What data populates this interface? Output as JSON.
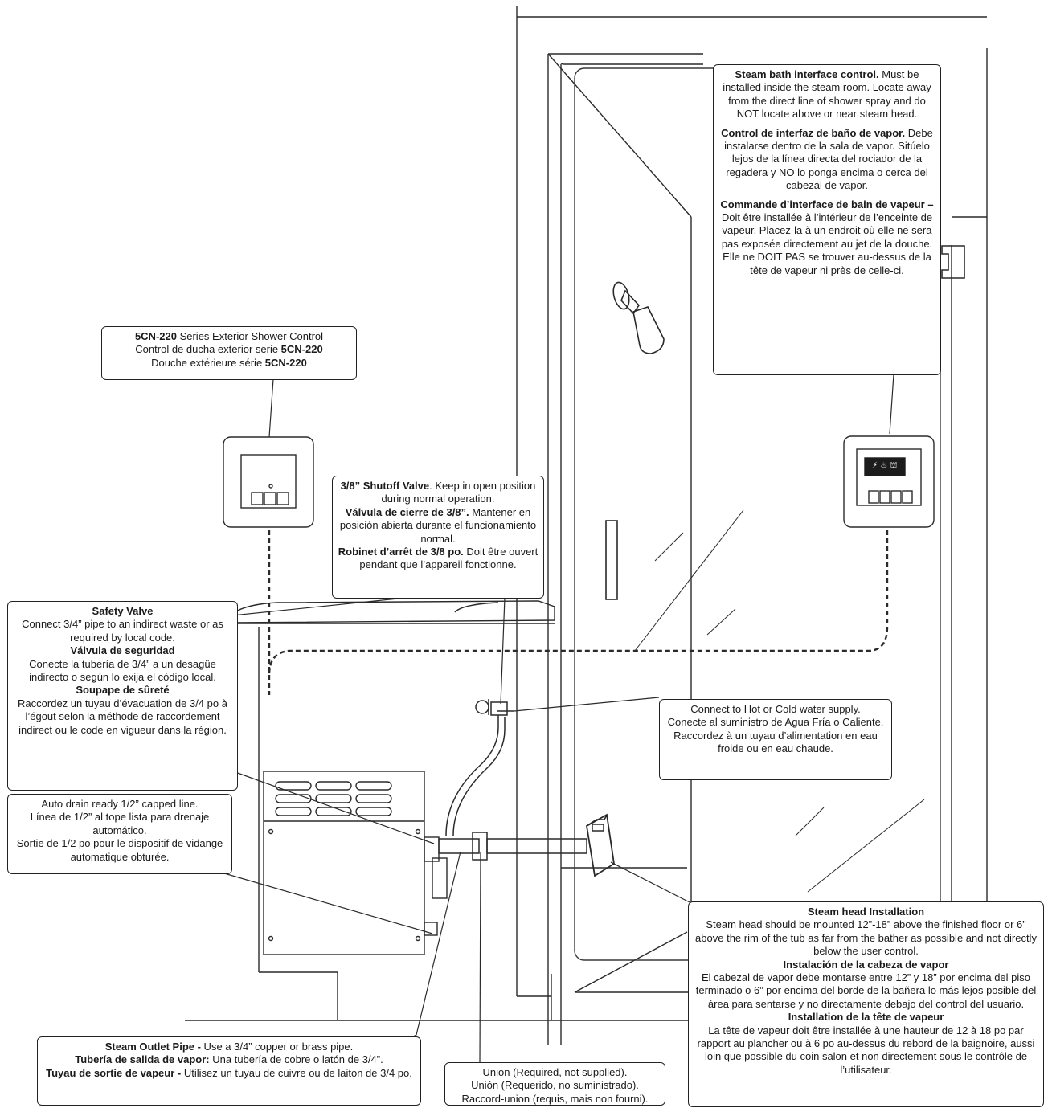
{
  "exterior_control": {
    "line1_bold": "5CN-220",
    "line1_rest": " Series Exterior Shower Control",
    "line2_pre": "Control de ducha exterior serie ",
    "line2_bold": "5CN-220",
    "line3_pre": "Douche extérieure série ",
    "line3_bold": "5CN-220"
  },
  "interface_control": {
    "en_bold": "Steam bath interface control.",
    "en_text": " Must be installed inside the steam room. Locate away from the direct line of shower spray and do NOT locate above or near steam head.",
    "es_bold": "Control de interfaz de baño de vapor.",
    "es_text": " Debe instalarse dentro de la sala de vapor. Sitúelo lejos de la línea directa del rociador de la regadera y NO lo ponga encima o cerca del cabezal de vapor.",
    "fr_bold": "Commande d’interface de bain de vapeur –",
    "fr_text": " Doit être installée à l’intérieur de l’enceinte de vapeur. Placez-la à un endroit où elle ne sera pas exposée directement au jet de la douche. Elle ne DOIT PAS se trouver au-dessus de la tête de vapeur ni près de celle-ci."
  },
  "shutoff_valve": {
    "en_bold": "3/8” Shutoff Valve",
    "en_text": ". Keep in open position during normal operation.",
    "es_bold": "Válvula de cierre de 3/8”.",
    "es_text": " Mantener en posición abierta durante el funcionamiento normal.",
    "fr_bold": "Robinet d’arrêt de 3/8 po.",
    "fr_text": " Doit être ouvert pendant que l’appareil fonctionne."
  },
  "safety_valve": {
    "en_title": "Safety Valve",
    "en_text": "Connect 3/4” pipe to an indirect waste or as required by local code.",
    "es_title": "Válvula de seguridad",
    "es_text": "Conecte la tubería de 3/4” a un desagüe indirecto o según lo exija el código local.",
    "fr_title": "Soupape de sûreté",
    "fr_text": "Raccordez un tuyau d’évacuation de 3/4 po à l’égout selon la méthode de raccordement indirect ou le code en vigueur dans la région."
  },
  "water_supply": {
    "en": "Connect to Hot or Cold water supply.",
    "es": "Conecte al suministro de Agua Fría o Caliente.",
    "fr": "Raccordez à un tuyau d’alimentation en eau froide ou en eau chaude."
  },
  "auto_drain": {
    "en": "Auto drain ready 1/2” capped line.",
    "es": "Línea de 1/2” al tope lista para drenaje automático.",
    "fr": "Sortie de 1/2 po pour le dispositif de vidange automatique obturée."
  },
  "steam_head": {
    "en_title": "Steam head Installation",
    "en_text": "Steam head should be mounted 12”-18” above the finished floor or 6” above the rim of the tub as far from the bather as possible and not directly below the user control.",
    "es_title": "Instalación de la cabeza de vapor",
    "es_text": "El cabezal de vapor debe montarse entre 12” y 18” por encima del piso terminado o 6” por encima del borde de la bañera lo más lejos posible del área para sentarse y no directamente debajo del control del usuario.",
    "fr_title": "Installation de la tête de vapeur",
    "fr_text": "La tête de vapeur doit être installée à une hauteur de 12 à 18 po par rapport au plancher ou à 6 po au-dessus du rebord de la baignoire, aussi loin que possible du coin salon et non directement sous le contrôle de l’utilisateur."
  },
  "outlet_pipe": {
    "en_bold": "Steam Outlet Pipe -",
    "en_text": " Use a 3/4” copper or brass pipe.",
    "es_bold": "Tubería de salida de vapor:",
    "es_text": " Una tubería de cobre o latón de 3/4”.",
    "fr_bold": "Tuyau de sortie de vapeur -",
    "fr_text": " Utilisez un tuyau de cuivre ou de laiton de 3/4 po."
  },
  "union": {
    "en": "Union (Required, not supplied).",
    "es": "Unión (Requerido, no suministrado).",
    "fr": "Raccord-union (requis, mais non fourni)."
  }
}
